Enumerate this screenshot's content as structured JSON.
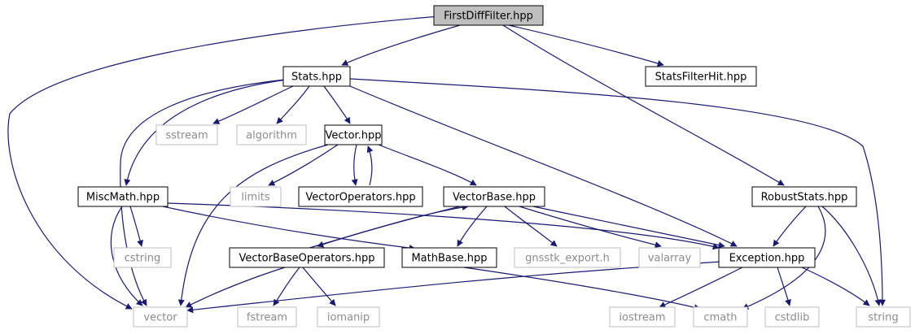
{
  "title": "FirstDiffFilter.hpp",
  "colors": {
    "edge": "#191970",
    "node_border": "#000000",
    "external_border": "#bfbfbf",
    "external_text": "#8c8c8c",
    "root_fill": "#bfbfbf"
  },
  "nodes": {
    "root": {
      "label": "FirstDiffFilter.hpp",
      "kind": "root"
    },
    "stats": {
      "label": "Stats.hpp",
      "kind": "internal"
    },
    "statsfilterhit": {
      "label": "StatsFilterHit.hpp",
      "kind": "internal"
    },
    "sstream": {
      "label": "sstream",
      "kind": "external"
    },
    "algorithm": {
      "label": "algorithm",
      "kind": "external"
    },
    "vector_hpp": {
      "label": "Vector.hpp",
      "kind": "internal"
    },
    "miscmath": {
      "label": "MiscMath.hpp",
      "kind": "internal"
    },
    "limits": {
      "label": "limits",
      "kind": "external"
    },
    "vectoroperators": {
      "label": "VectorOperators.hpp",
      "kind": "internal"
    },
    "vectorbase": {
      "label": "VectorBase.hpp",
      "kind": "internal"
    },
    "robuststats": {
      "label": "RobustStats.hpp",
      "kind": "internal"
    },
    "cstring": {
      "label": "cstring",
      "kind": "external"
    },
    "vectorbaseoperators": {
      "label": "VectorBaseOperators.hpp",
      "kind": "internal"
    },
    "mathbase": {
      "label": "MathBase.hpp",
      "kind": "internal"
    },
    "gnsstk_export": {
      "label": "gnsstk_export.h",
      "kind": "external"
    },
    "valarray": {
      "label": "valarray",
      "kind": "external"
    },
    "exception": {
      "label": "Exception.hpp",
      "kind": "internal"
    },
    "vector": {
      "label": "vector",
      "kind": "external"
    },
    "fstream": {
      "label": "fstream",
      "kind": "external"
    },
    "iomanip": {
      "label": "iomanip",
      "kind": "external"
    },
    "iostream": {
      "label": "iostream",
      "kind": "external"
    },
    "cmath": {
      "label": "cmath",
      "kind": "external"
    },
    "cstdlib": {
      "label": "cstdlib",
      "kind": "external"
    },
    "string": {
      "label": "string",
      "kind": "external"
    }
  },
  "edges": [
    [
      "root",
      "stats"
    ],
    [
      "root",
      "statsfilterhit"
    ],
    [
      "root",
      "robuststats"
    ],
    [
      "root",
      "vector"
    ],
    [
      "stats",
      "sstream"
    ],
    [
      "stats",
      "algorithm"
    ],
    [
      "stats",
      "vector_hpp"
    ],
    [
      "stats",
      "miscmath"
    ],
    [
      "stats",
      "vector"
    ],
    [
      "stats",
      "exception"
    ],
    [
      "stats",
      "string"
    ],
    [
      "vector_hpp",
      "limits"
    ],
    [
      "vector_hpp",
      "vectoroperators"
    ],
    [
      "vector_hpp",
      "vectorbase"
    ],
    [
      "vector_hpp",
      "vector"
    ],
    [
      "vectoroperators",
      "vector_hpp"
    ],
    [
      "miscmath",
      "cstring"
    ],
    [
      "miscmath",
      "vector"
    ],
    [
      "miscmath",
      "mathbase"
    ],
    [
      "miscmath",
      "exception"
    ],
    [
      "vectorbase",
      "vectorbaseoperators"
    ],
    [
      "vectorbase",
      "mathbase"
    ],
    [
      "vectorbase",
      "gnsstk_export"
    ],
    [
      "vectorbase",
      "valarray"
    ],
    [
      "vectorbase",
      "exception"
    ],
    [
      "vectorbaseoperators",
      "vectorbase"
    ],
    [
      "vectorbaseoperators",
      "vector"
    ],
    [
      "vectorbaseoperators",
      "fstream"
    ],
    [
      "vectorbaseoperators",
      "iomanip"
    ],
    [
      "mathbase",
      "cmath"
    ],
    [
      "robuststats",
      "exception"
    ],
    [
      "robuststats",
      "cmath"
    ],
    [
      "robuststats",
      "string"
    ],
    [
      "exception",
      "vector"
    ],
    [
      "exception",
      "iostream"
    ],
    [
      "exception",
      "cstdlib"
    ],
    [
      "exception",
      "string"
    ]
  ]
}
